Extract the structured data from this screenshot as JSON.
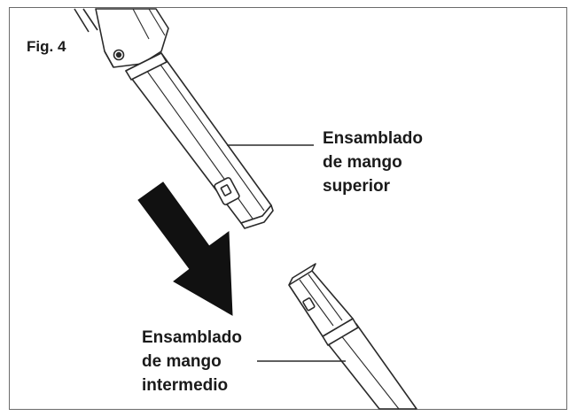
{
  "figure": {
    "label": "Fig. 4"
  },
  "callouts": {
    "upper": {
      "line1": "Ensamblado",
      "line2": "de mango",
      "line3": "superior"
    },
    "middle": {
      "line1": "Ensamblado",
      "line2": "de mango",
      "line3": "intermedio"
    }
  },
  "colors": {
    "line": "#2a2a2a",
    "arrow": "#111111",
    "frame": "#6b6b6b"
  }
}
